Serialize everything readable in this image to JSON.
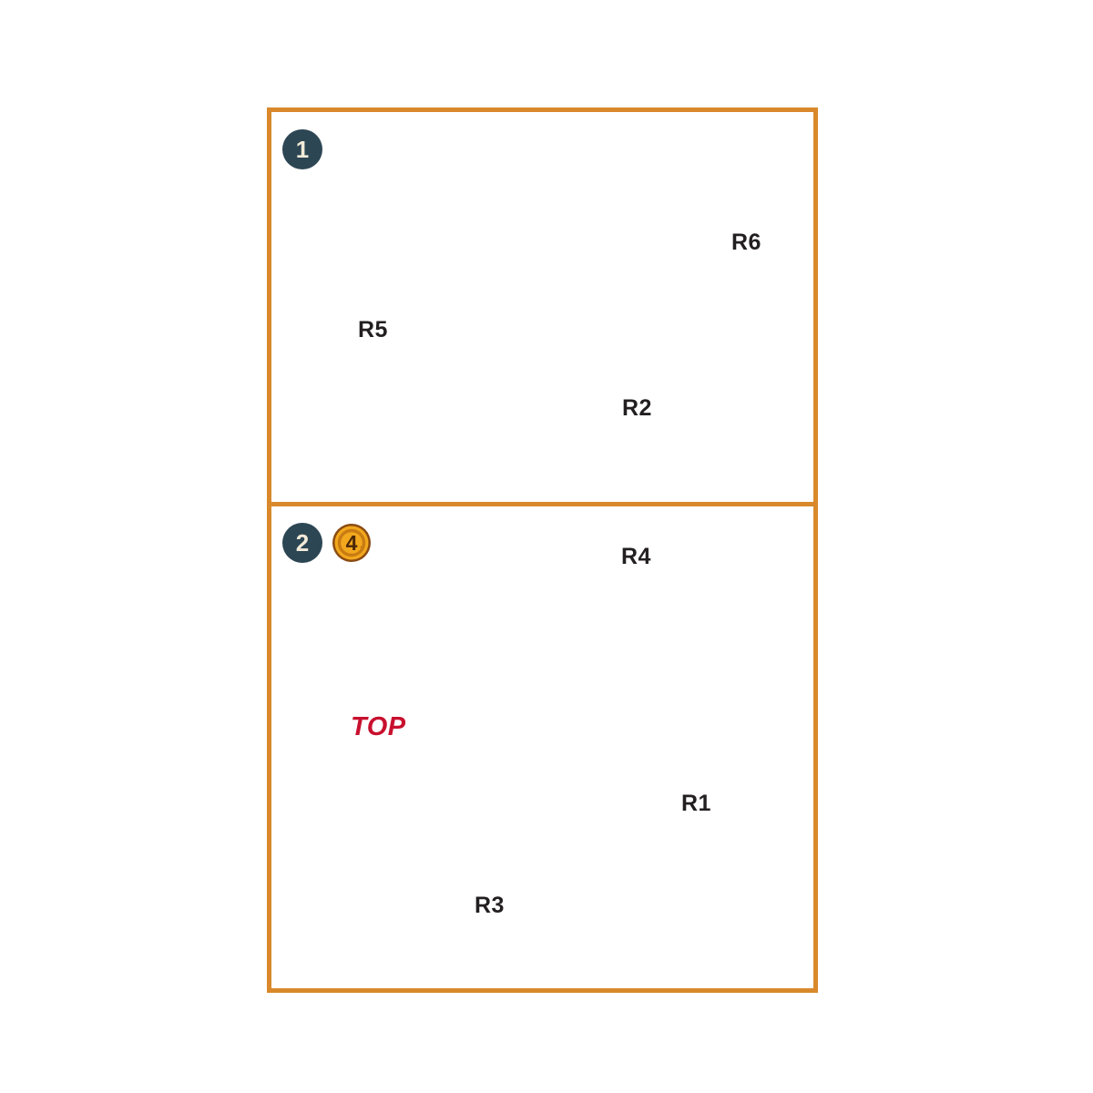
{
  "document": {
    "type": "assembly-instruction-sheet",
    "background_color": "#ffffff",
    "frame_color": "#D9892B"
  },
  "colors": {
    "frame_orange": "#D9892B",
    "step_badge_fill": "#2D4654",
    "step_badge_text": "#F2EBD8",
    "qty_badge_fill": "#F2A81D",
    "qty_badge_ring": "#8A4B12",
    "qty_badge_text": "#4A2708",
    "line_art": "#231f20",
    "top_marker_red": "#C8102E"
  },
  "steps": [
    {
      "number": "1",
      "badge_name": "step-badge-1",
      "quantity": null,
      "parts": [
        {
          "id": "R5",
          "name": "wheel-hub-inner",
          "label": "R5"
        },
        {
          "id": "R2",
          "name": "tire-ribbed",
          "label": "R2"
        },
        {
          "id": "R6",
          "name": "hub-cap-small",
          "label": "R6"
        }
      ],
      "arrows": [
        {
          "from": "R5",
          "to": "R2",
          "name": "assembly-arrow-r5-to-r2"
        },
        {
          "from": "R6",
          "to": "R2",
          "name": "assembly-arrow-r6-to-r2"
        }
      ]
    },
    {
      "number": "2",
      "badge_name": "step-badge-2",
      "quantity": "4",
      "quantity_badge_name": "quantity-badge-4",
      "parts": [
        {
          "id": "R3",
          "name": "wheel-hub-bolted",
          "label": "R3"
        },
        {
          "id": "R1",
          "name": "tire-large",
          "label": "R1"
        },
        {
          "id": "R4",
          "name": "hub-cap-large",
          "label": "R4"
        }
      ],
      "arrows": [
        {
          "from": "R3",
          "to": "R1",
          "name": "assembly-arrow-r3-to-r1"
        },
        {
          "from": "R4",
          "to": "R1",
          "name": "assembly-arrow-r4-to-r1"
        }
      ],
      "annotations": [
        {
          "text": "TOP",
          "name": "top-orientation-marker",
          "target": "R3",
          "color": "#C8102E"
        }
      ]
    }
  ],
  "labels": {
    "r1": "R1",
    "r2": "R2",
    "r3": "R3",
    "r4": "R4",
    "r5": "R5",
    "r6": "R6",
    "top": "TOP",
    "step1": "1",
    "step2": "2",
    "qty4": "4"
  }
}
